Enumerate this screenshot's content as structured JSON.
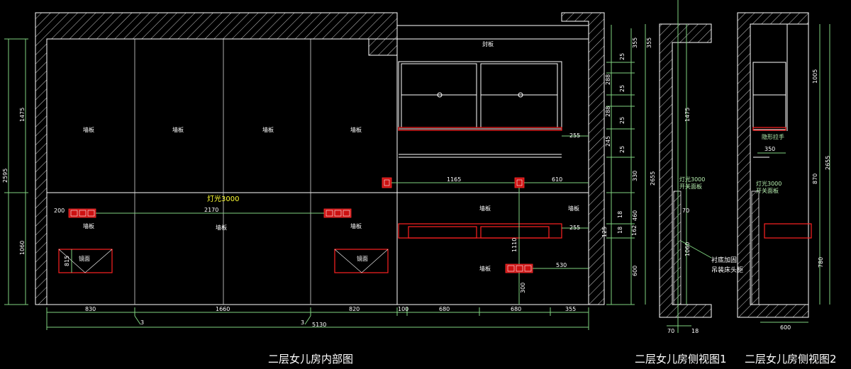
{
  "captions": {
    "elevation": "二层女儿房内部图",
    "side1": "二层女儿房侧视图1",
    "side2": "二层女儿房侧视图2"
  },
  "labels": {
    "wall_panel": "墙板",
    "seal_panel": "封板",
    "light": "灯光3000",
    "mirror": "镜面",
    "reinforce_line1": "衬底加固",
    "reinforce_line2": "吊装床头柜",
    "handle_note": "隐形拉手",
    "switch_note1": "灯光3000",
    "switch_note2": "开关面板"
  },
  "dims": {
    "total_height": "2595",
    "upper_height": "1475",
    "lower_height": "1060",
    "mirror_h": "815",
    "socket_offset": "200",
    "socket_span": "2170",
    "bottom_830": "830",
    "bottom_1660": "1660",
    "bottom_820": "820",
    "bottom_100": "100",
    "bottom_680a": "680",
    "bottom_680b": "680",
    "bottom_355": "355",
    "small_3a": "3",
    "small_3b": "3",
    "total_width": "5130",
    "cab_1165": "1165",
    "cab_610": "610",
    "cab_255a": "255",
    "cab_255b": "255",
    "cab_1110": "1110",
    "cab_530": "530",
    "cab_300": "300",
    "right_355": "355",
    "right_25a": "25",
    "right_288a": "288",
    "right_25b": "25",
    "right_288b": "288",
    "right_25c": "25",
    "right_245": "245",
    "right_25d": "25",
    "right_330": "330",
    "right_460": "460",
    "right_18a": "18",
    "right_18b": "18",
    "right_125": "125",
    "right_162": "162",
    "right_600": "600",
    "s1_355": "355",
    "s1_1475": "1475",
    "s1_2655": "2655",
    "s1_70": "70",
    "s1_1060": "1060",
    "s1_bot70": "70",
    "s1_bot18": "18",
    "s2_1005": "1005",
    "s2_2655": "2655",
    "s2_870": "870",
    "s2_780": "780",
    "s2_350": "350",
    "s2_600": "600"
  },
  "colors": {
    "background": "#000000",
    "line": "#ffffff",
    "dimension": "#7fd27f",
    "red": "#ff2222",
    "yellow": "#ffff33"
  }
}
